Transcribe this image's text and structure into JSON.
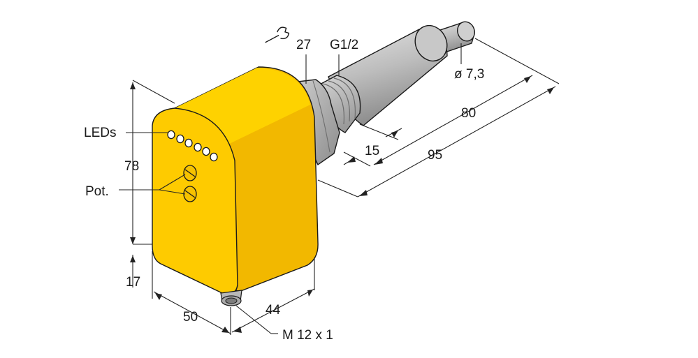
{
  "labels": {
    "wrench_size": "27",
    "thread": "G1/2",
    "diameter": "ø 7,3",
    "probe_length": "80",
    "total_length": "95",
    "thread_length": "15",
    "leds": "LEDs",
    "pot": "Pot.",
    "height": "78",
    "connector_offset": "17",
    "width": "50",
    "depth": "44",
    "connector": "M 12 x 1"
  },
  "colors": {
    "housing": "#fecb00",
    "housing_dark": "#f2b800",
    "metal_light": "#d6d6d6",
    "metal_mid": "#b4b4b4",
    "metal_dark": "#8e8e8e",
    "line": "#1a1a1a"
  },
  "icons": {
    "wrench": "wrench-icon"
  }
}
